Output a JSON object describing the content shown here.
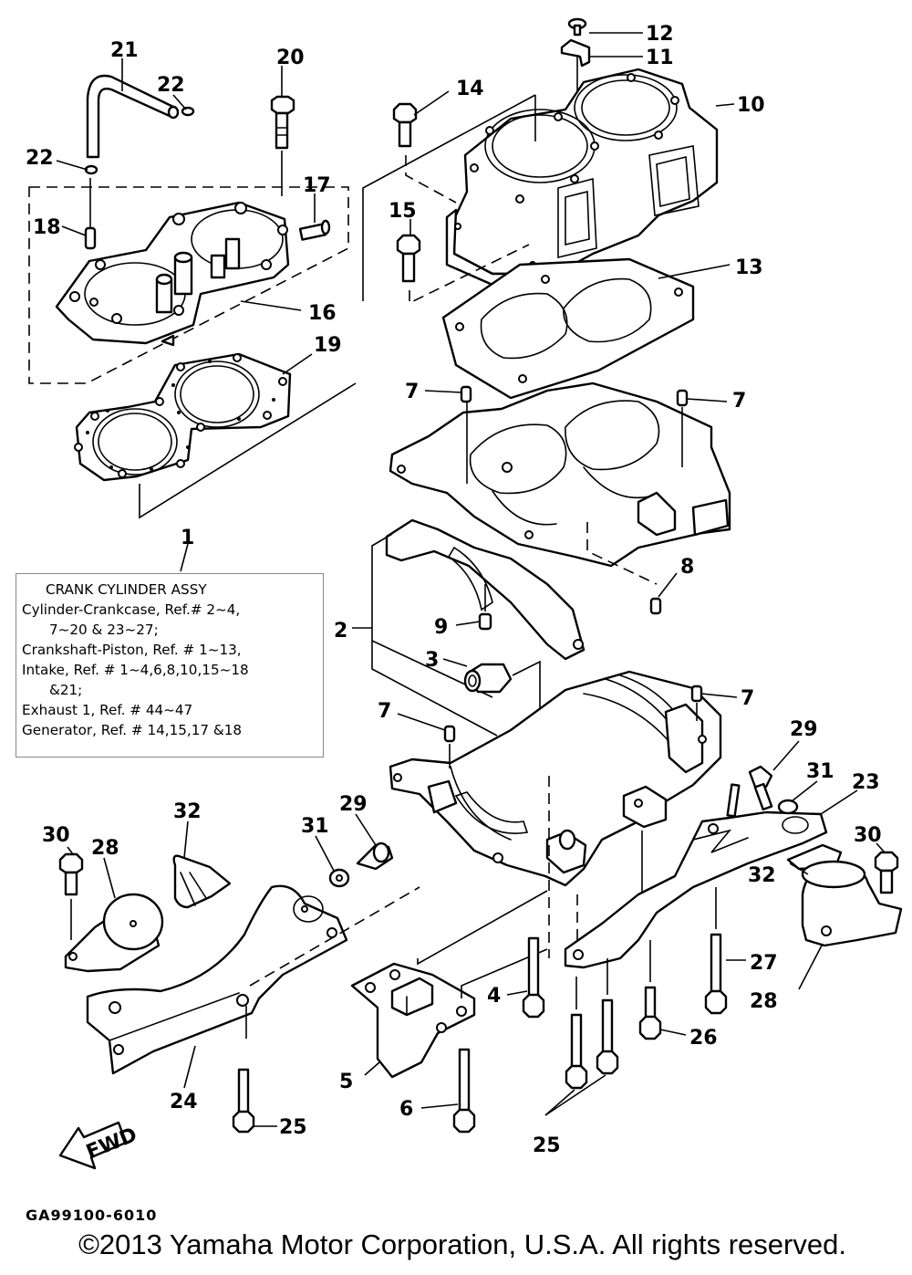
{
  "diagram": {
    "title": "CRANK CYLINDER ASSY",
    "code": "GA99100-6010",
    "copyright": "©2013 Yamaha Motor Corporation, U.S.A. All rights reserved.",
    "fwd_label": "FWD",
    "assembly_note": {
      "title": "CRANK CYLINDER ASSY",
      "lines": [
        "Cylinder-Crankcase, Ref.# 2~4,",
        "7~20 & 23~27;",
        "Crankshaft-Piston, Ref. # 1~13,",
        "Intake, Ref. # 1~4,6,8,10,15~18",
        "&21;",
        "Exhaust 1, Ref. # 44~47",
        "Generator, Ref. # 14,15,17 &18"
      ]
    },
    "callouts": {
      "c1": "1",
      "c2": "2",
      "c3": "3",
      "c4": "4",
      "c5": "5",
      "c6": "6",
      "c7a": "7",
      "c7b": "7",
      "c7c": "7",
      "c7d": "7",
      "c8": "8",
      "c9": "9",
      "c10": "10",
      "c11": "11",
      "c12": "12",
      "c13": "13",
      "c14": "14",
      "c15": "15",
      "c16": "16",
      "c17": "17",
      "c18": "18",
      "c19": "19",
      "c20": "20",
      "c21": "21",
      "c22a": "22",
      "c22b": "22",
      "c23": "23",
      "c24": "24",
      "c25a": "25",
      "c25b": "25",
      "c26": "26",
      "c27": "27",
      "c28a": "28",
      "c28b": "28",
      "c29a": "29",
      "c29b": "29",
      "c30a": "30",
      "c30b": "30",
      "c31a": "31",
      "c31b": "31",
      "c32a": "32",
      "c32b": "32"
    }
  }
}
